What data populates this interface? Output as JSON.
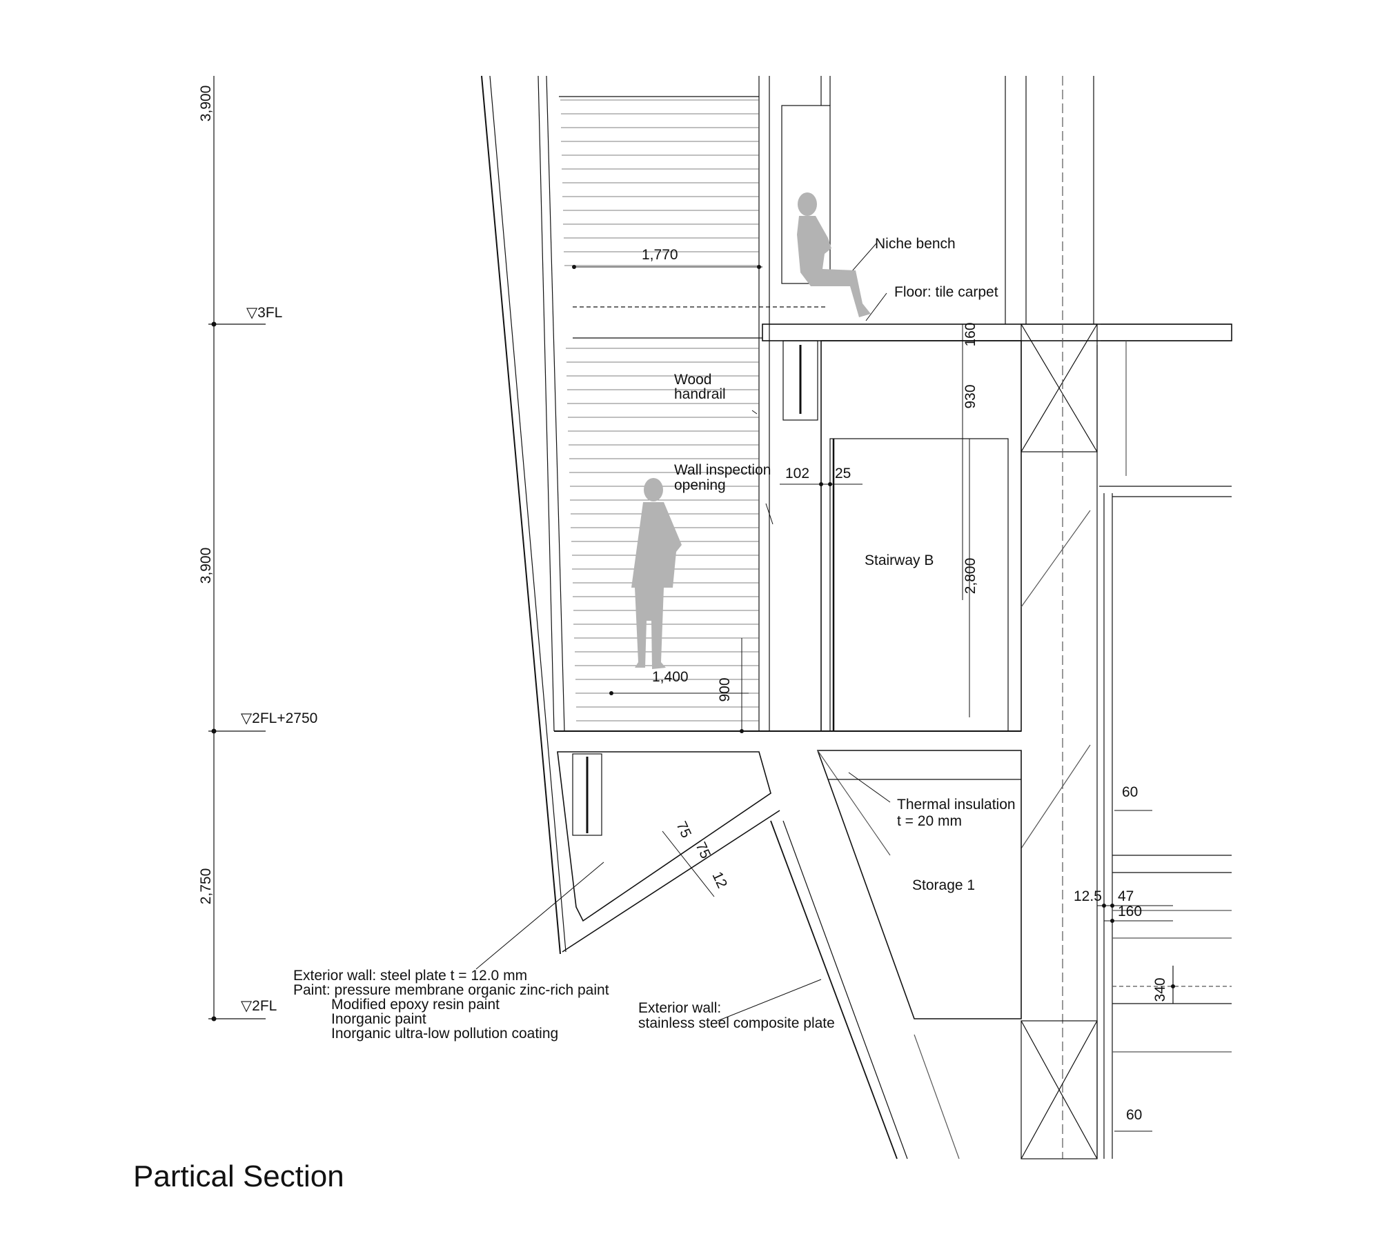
{
  "title": "Partical Section",
  "levels": {
    "fl3": "▽3FL",
    "fl2_2750": "▽2FL+2750",
    "fl2": "▽2FL"
  },
  "vertical_dims": {
    "top": "3,900",
    "middle": "3,900",
    "bottom": "2,750"
  },
  "labels": {
    "niche_bench": "Niche bench",
    "floor": "Floor: tile carpet",
    "wood_handrail_1": "Wood",
    "wood_handrail_2": "handrail",
    "wall_inspection_1": "Wall inspection",
    "wall_inspection_2": "opening",
    "stairway_b": "Stairway B",
    "thermal_1": "Thermal insulation",
    "thermal_2": "t = 20 mm",
    "storage_1": "Storage 1",
    "ext_wall_steel": "Exterior wall: steel plate t = 12.0 mm",
    "paint_1": "Paint: pressure membrane organic zinc-rich paint",
    "paint_2": "Modified epoxy resin paint",
    "paint_3": "Inorganic paint",
    "paint_4": "Inorganic ultra-low pollution coating",
    "ext_wall_ss_1": "Exterior wall:",
    "ext_wall_ss_2": "stainless steel composite plate"
  },
  "dims": {
    "d1770": "1,770",
    "d160": "160",
    "d930": "930",
    "d102": "102",
    "d25": "25",
    "d2800": "2,800",
    "d1400": "1,400",
    "d900": "900",
    "d75a": "75",
    "d75b": "75",
    "d12": "12",
    "d60a": "60",
    "d12_5": "12.5",
    "d47": "47",
    "d160b": "160",
    "d340": "340",
    "d60b": "60"
  },
  "colors": {
    "line": "#111111",
    "figure": "#b3b3b3",
    "fine": "#555555"
  }
}
